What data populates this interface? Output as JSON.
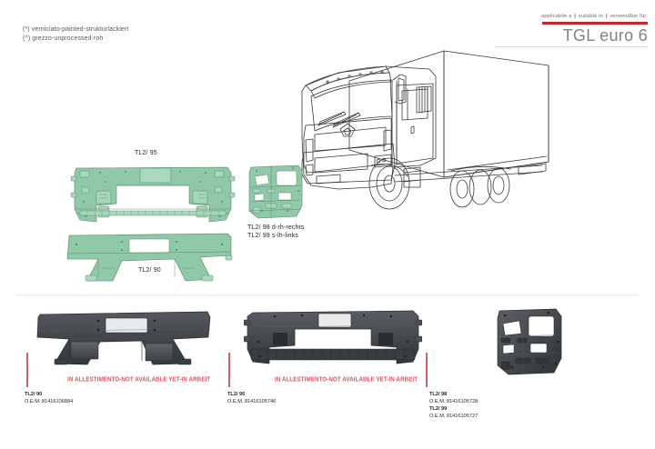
{
  "header": {
    "applicable_prefix": "applicabile a",
    "applicable_mid": "suitable to",
    "applicable_suffix": "verwendbar für:",
    "separator": "|",
    "title": "TGL euro 6",
    "accent_color": "#c1272d",
    "title_color": "#808285"
  },
  "legend": {
    "line1": "(*) verniciato-painted-strukturlackiert",
    "line2": "(^) grezzo-unprocessed-roh"
  },
  "diagram": {
    "vehicle_name": "truck-tgl-front-three-quarter",
    "parts": [
      {
        "name": "front-panel-upper",
        "label": "TL2/ 95",
        "fill": "#8fc9a8"
      },
      {
        "name": "bumper-lower-spoiler",
        "label": "TL2/ 90",
        "fill": "#8fc9a8"
      },
      {
        "name": "headlight-bracket-rh",
        "label": "TL2/ 98 d-rh-rechts",
        "fill": "#8fc9a8"
      },
      {
        "name": "headlight-bracket-lh",
        "label": "TL2/ 99 s-lh-links",
        "fill": "#8fc9a8"
      }
    ]
  },
  "catalog": {
    "not_available_notice": "IN ALLESTIMENTO-NOT AVAILABLE YET-IN ARBEIT",
    "oem_prefix": "O.E.M.",
    "columns": [
      {
        "name": "column-tl2-90",
        "photo": "bumper-lower-spoiler-photo",
        "has_notice": true,
        "entries": [
          {
            "code": "TL2/ 90",
            "oem": "O.E.M. 81416106884"
          }
        ]
      },
      {
        "name": "column-tl2-95",
        "photo": "front-panel-upper-photo",
        "has_notice": true,
        "entries": [
          {
            "code": "TL2/ 95",
            "oem": "O.E.M. 81416105746"
          }
        ]
      },
      {
        "name": "column-tl2-98-99",
        "photo": "headlight-bracket-photo",
        "has_notice": false,
        "entries": [
          {
            "code": "TL2/ 98",
            "oem": "O.E.M. 81416105728"
          },
          {
            "code": "TL2/ 99",
            "oem": "O.E.M. 81416105727"
          }
        ]
      }
    ]
  }
}
